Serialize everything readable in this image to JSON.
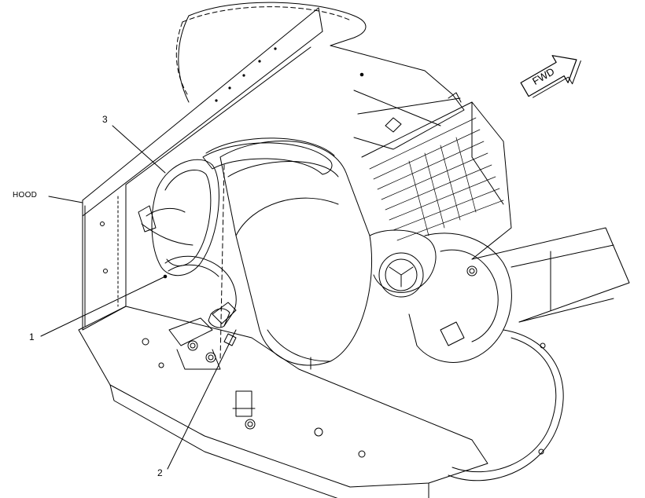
{
  "labels": {
    "hood": "HOOD",
    "callout_1": "1",
    "callout_2": "2",
    "callout_3": "3"
  },
  "direction_arrow": {
    "text": "FWD"
  },
  "colors": {
    "line": "#000000",
    "background": "#ffffff"
  }
}
